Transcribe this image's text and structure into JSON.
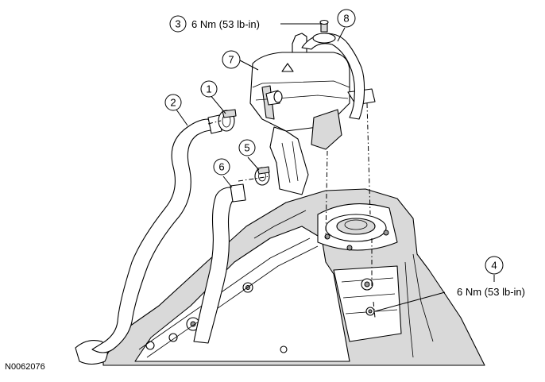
{
  "callouts": [
    {
      "id": "1",
      "label": "1"
    },
    {
      "id": "2",
      "label": "2"
    },
    {
      "id": "3",
      "label": "3"
    },
    {
      "id": "4",
      "label": "4"
    },
    {
      "id": "5",
      "label": "5"
    },
    {
      "id": "6",
      "label": "6"
    },
    {
      "id": "7",
      "label": "7"
    },
    {
      "id": "8",
      "label": "8"
    }
  ],
  "torque_specs": {
    "top": "6 Nm (53 lb-in)",
    "right": "6 Nm (53 lb-in)"
  },
  "figure_id": "N0062076",
  "colors": {
    "line": "#000000",
    "shade_light": "#d9d9d9",
    "shade_dark": "#9a9a9a",
    "background": "#ffffff"
  }
}
